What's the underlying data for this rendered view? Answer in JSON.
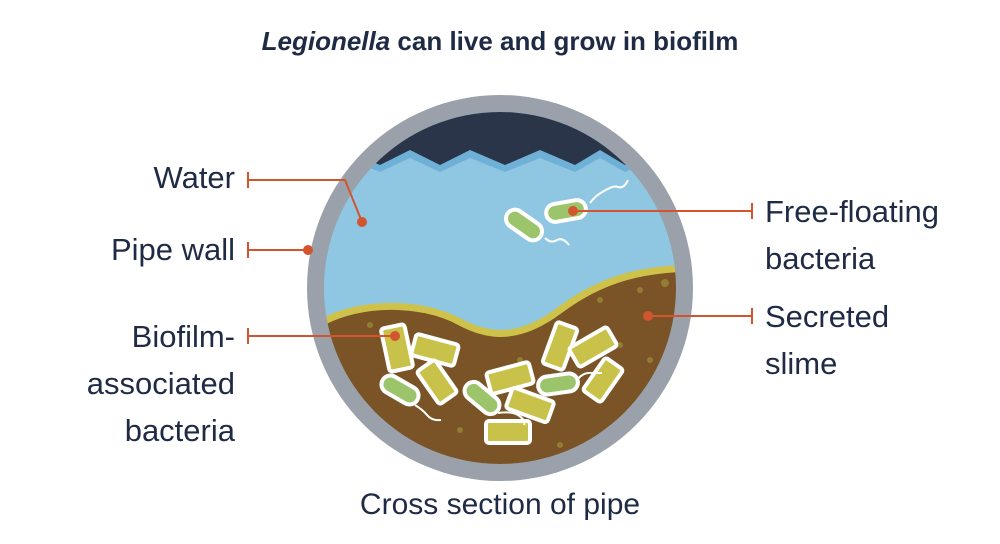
{
  "title": {
    "italic": "Legionella",
    "rest": " can live and grow in biofilm"
  },
  "labels": {
    "water": "Water",
    "pipe_wall": "Pipe wall",
    "biofilm": [
      "Biofilm-",
      "associated",
      "bacteria"
    ],
    "free_floating": [
      "Free-floating",
      "bacteria"
    ],
    "slime": [
      "Secreted",
      "slime"
    ]
  },
  "caption": "Cross section of pipe",
  "colors": {
    "text": "#1f2a44",
    "leader": "#d2552f",
    "pipe": "#9aa1ab",
    "air": "#2b3549",
    "water": "#8fc7e3",
    "slime": "#7a5326",
    "film": "#cfc24a",
    "rod": "#c9c24a",
    "curved": "#9cc46b"
  }
}
